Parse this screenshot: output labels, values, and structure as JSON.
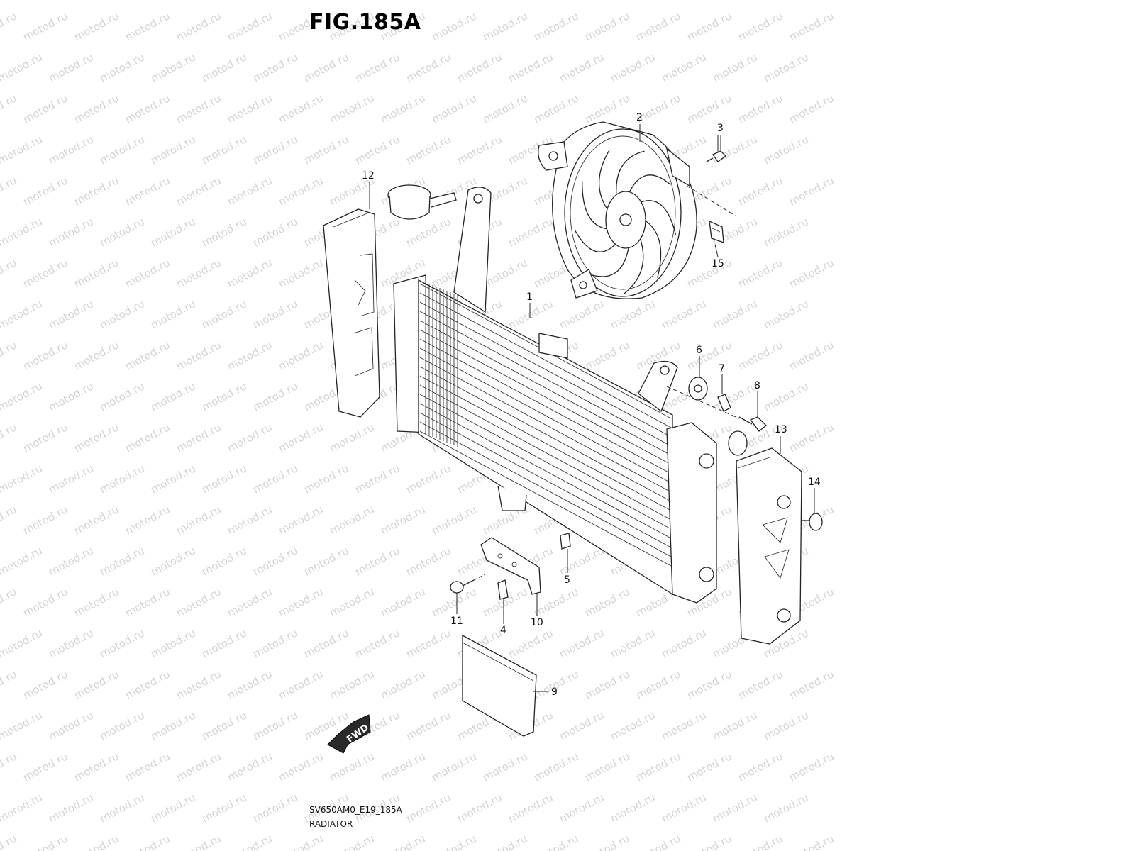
{
  "figure": {
    "title": "FIG.185A",
    "code": "SV650AM0_E19_185A",
    "name": "RADIATOR",
    "watermark": "motod.ru",
    "fwd_label": "FWD"
  },
  "callouts": [
    {
      "id": "callout-1",
      "label": "1",
      "part": "radiator-core"
    },
    {
      "id": "callout-2",
      "label": "2",
      "part": "cooling-fan"
    },
    {
      "id": "callout-3",
      "label": "3",
      "part": "fan-bolt"
    },
    {
      "id": "callout-4",
      "label": "4",
      "part": "nut-clip-lower"
    },
    {
      "id": "callout-5",
      "label": "5",
      "part": "nut-clip"
    },
    {
      "id": "callout-6",
      "label": "6",
      "part": "grommet"
    },
    {
      "id": "callout-7",
      "label": "7",
      "part": "collar"
    },
    {
      "id": "callout-8",
      "label": "8",
      "part": "mount-bolt"
    },
    {
      "id": "callout-9",
      "label": "9",
      "part": "guard-plate"
    },
    {
      "id": "callout-10",
      "label": "10",
      "part": "lower-bracket"
    },
    {
      "id": "callout-11",
      "label": "11",
      "part": "bracket-bolt"
    },
    {
      "id": "callout-12",
      "label": "12",
      "part": "left-side-cover"
    },
    {
      "id": "callout-13",
      "label": "13",
      "part": "right-side-cover"
    },
    {
      "id": "callout-14",
      "label": "14",
      "part": "cover-screw"
    },
    {
      "id": "callout-15",
      "label": "15",
      "part": "fan-nut-clip"
    }
  ]
}
